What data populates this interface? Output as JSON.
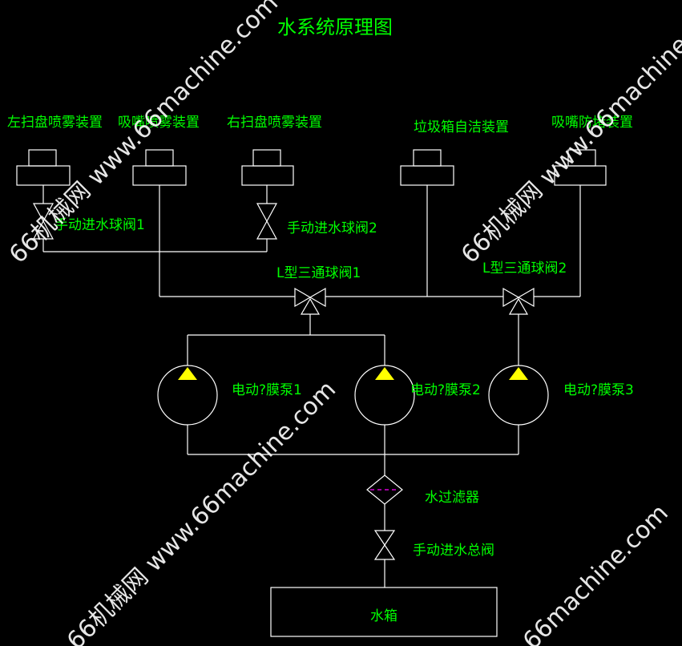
{
  "title": "水系统原理图",
  "devices": {
    "left_sweep_spray": "左扫盘喷雾装置",
    "nozzle_spray": "吸嘴喷雾装置",
    "right_sweep_spray": "右扫盘喷雾装置",
    "bin_self_clean": "垃圾箱自洁装置",
    "nozzle_anti_clog": "吸嘴防堵装置"
  },
  "valves": {
    "manual_ball_valve_1": "手动进水球阀1",
    "manual_ball_valve_2": "手动进水球阀2",
    "l_three_way_valve_1": "L型三通球阀1",
    "l_three_way_valve_2": "L型三通球阀2",
    "manual_main_valve": "手动进水总阀"
  },
  "pumps": {
    "pump_1": "电动?膜泵1",
    "pump_2": "电动?膜泵2",
    "pump_3": "电动?膜泵3"
  },
  "filter": "水过滤器",
  "tank": "水箱",
  "watermark": {
    "text_1": "66机械网 www.66machine.com",
    "text_2": "66machine.com"
  },
  "colors": {
    "background": "#000000",
    "line": "#ffffff",
    "label": "#00ff00",
    "pump_marker": "#ffff00",
    "filter_dash": "#ff00ff"
  }
}
